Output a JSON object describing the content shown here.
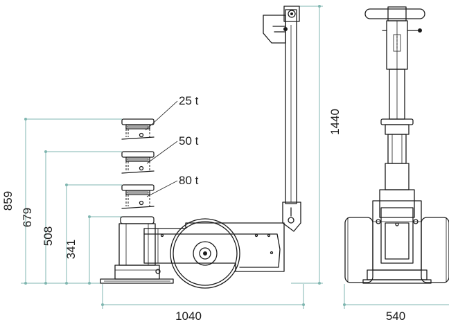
{
  "dimensions": {
    "height_25t": "859",
    "height_50t": "679",
    "height_80t": "508",
    "height_min": "341",
    "height_total": "1440",
    "length": "1040",
    "width": "540"
  },
  "capacity_labels": {
    "stage_1": "25 t",
    "stage_2": "50 t",
    "stage_3": "80 t"
  },
  "colors": {
    "dimension_line": "#7fb6b0",
    "drawing_line": "#1a1a1a"
  }
}
